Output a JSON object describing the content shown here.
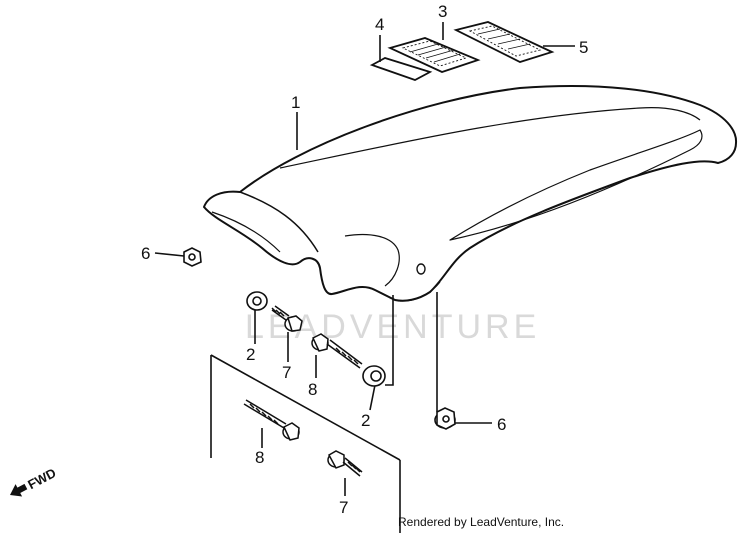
{
  "callouts": {
    "c1": "1",
    "c2a": "2",
    "c2b": "2",
    "c3": "3",
    "c4": "4",
    "c5": "5",
    "c6a": "6",
    "c6b": "6",
    "c7a": "7",
    "c7b": "7",
    "c8a": "8",
    "c8b": "8"
  },
  "direction_label": "FWD",
  "watermark": "LEADVENTURE",
  "credit": "Rendered by LeadVenture, Inc.",
  "icons": {
    "watermark_logo": "flame-logo-icon",
    "direction": "forward-arrow-icon"
  }
}
